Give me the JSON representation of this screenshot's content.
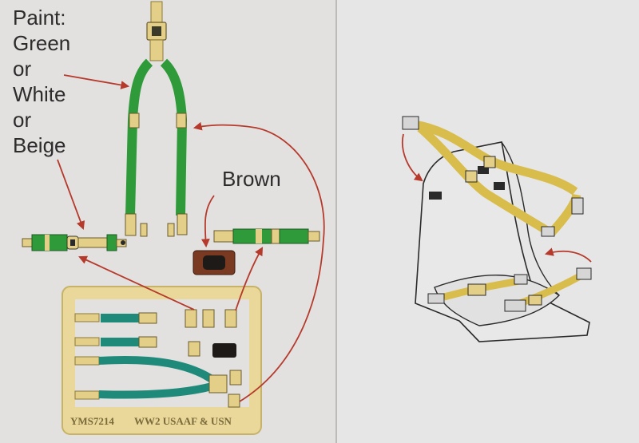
{
  "labels": {
    "paint_lines": [
      "Paint:",
      "Green",
      "or",
      "White",
      "or",
      "Beige"
    ],
    "brown": "Brown",
    "fret_code": "YMS7214",
    "fret_title": "WW2 USAAF & USN"
  },
  "colors": {
    "paper_left": "#e3e1e0",
    "paper_right": "#e7e6e6",
    "belt_green": "#2f9a3a",
    "belt_teal": "#1f8a7a",
    "buckle_beige": "#e4cf88",
    "brass_fret": "#ead89a",
    "arrow_red": "#b53a2c",
    "brown_part": "#7a3a22",
    "seat_belt_yellow": "#d9bd4c"
  }
}
